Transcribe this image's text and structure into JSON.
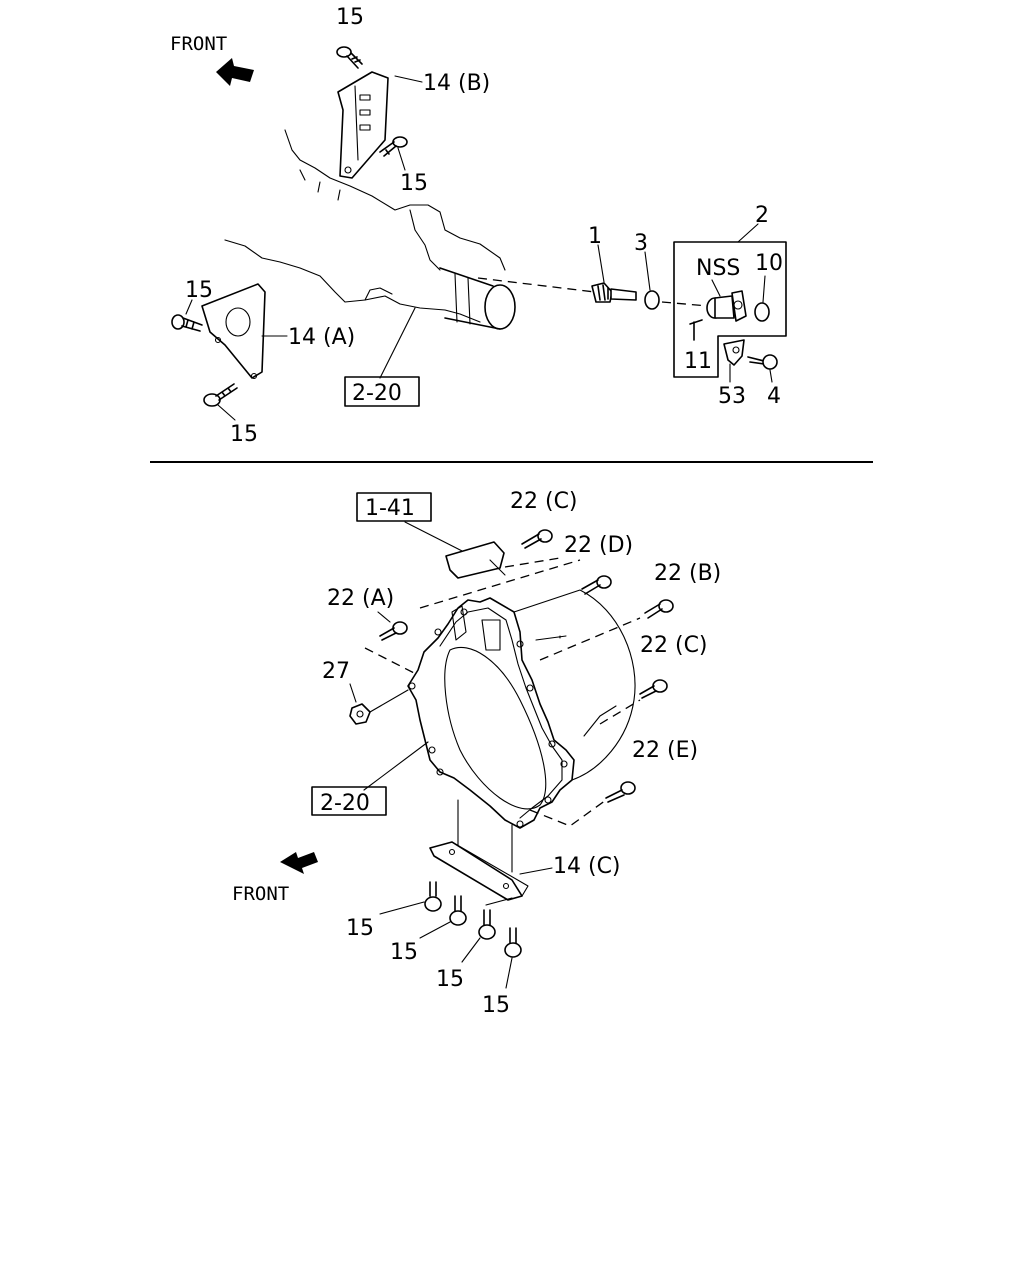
{
  "top_view": {
    "front": "FRONT",
    "ref_box": "2-20",
    "callouts": {
      "bolt_top": "15",
      "bracket_b": "14 (B)",
      "bolt_right": "15",
      "bolt_left_top": "15",
      "bracket_a": "14 (A)",
      "bolt_left_bottom": "15",
      "part_1": "1",
      "part_3": "3",
      "part_2": "2",
      "nss": "NSS",
      "part_10": "10",
      "part_11": "11",
      "part_53": "53",
      "part_4": "4"
    }
  },
  "bottom_view": {
    "front": "FRONT",
    "ref_box_top": "1-41",
    "ref_box_left": "2-20",
    "callouts": {
      "bolt_22c_top": "22 (C)",
      "bolt_22d": "22 (D)",
      "bolt_22b": "22 (B)",
      "bolt_22a": "22 (A)",
      "bolt_22c_right": "22 (C)",
      "nut_27": "27",
      "bolt_22e": "22 (E)",
      "plate_14c": "14 (C)",
      "bolt_15_a": "15",
      "bolt_15_b": "15",
      "bolt_15_c": "15",
      "bolt_15_d": "15"
    }
  },
  "colors": {
    "ink": "#000000",
    "paper": "#ffffff"
  }
}
